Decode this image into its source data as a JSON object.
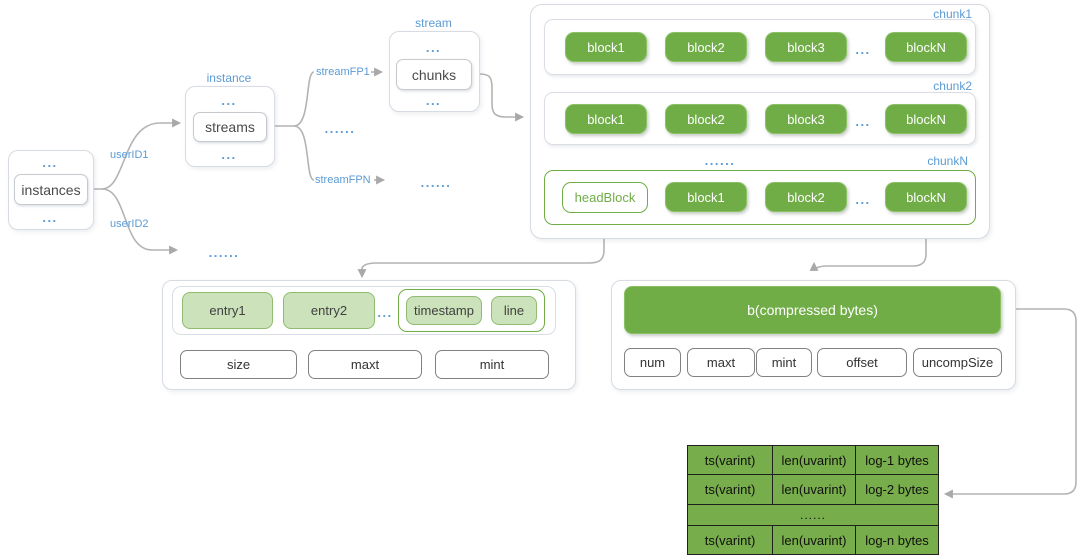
{
  "colors": {
    "accent_blue": "#5b9bd5",
    "green": "#70ad47",
    "light_green": "#cbe2ba",
    "table_green": "#77ad4a",
    "connector": "#b3b3b3"
  },
  "left": {
    "dots_top": "...",
    "instances": "instances",
    "dots_bottom": "...",
    "edge_user1": "userID1",
    "edge_user2": "userID2",
    "user2_dots": "......"
  },
  "instance": {
    "title": "instance",
    "dots_top": "...",
    "streams": "streams",
    "dots_bottom": "...",
    "edge_fp1": "streamFP1",
    "mid_dots": "......",
    "edge_fpn": "streamFPN",
    "fpn_dots": "......"
  },
  "stream": {
    "title": "stream",
    "dots_top": "...",
    "chunks": "chunks",
    "dots_bottom": "..."
  },
  "chunks_panel": {
    "chunk1": {
      "label": "chunk1",
      "blocks": [
        "block1",
        "block2",
        "block3"
      ],
      "dots": "...",
      "blockN": "blockN"
    },
    "chunk2": {
      "label": "chunk2",
      "blocks": [
        "block1",
        "block2",
        "block3"
      ],
      "dots": "...",
      "blockN": "blockN"
    },
    "mid_dots": "......",
    "chunkN": {
      "label": "chunkN",
      "headBlock": "headBlock",
      "blocks": [
        "block1",
        "block2"
      ],
      "dots": "...",
      "blockN": "blockN"
    }
  },
  "block_detail": {
    "entry1": "entry1",
    "entry2": "entry2",
    "dots": "...",
    "timestamp": "timestamp",
    "line": "line",
    "size": "size",
    "maxt": "maxt",
    "mint": "mint"
  },
  "chunk_detail": {
    "header": "b(compressed bytes)",
    "num": "num",
    "maxt": "maxt",
    "mint": "mint",
    "offset": "offset",
    "uncompSize": "uncompSize"
  },
  "log_table": {
    "row1": {
      "ts": "ts(varint)",
      "len": "len(uvarint)",
      "log": "log-1 bytes"
    },
    "row2": {
      "ts": "ts(varint)",
      "len": "len(uvarint)",
      "log": "log-2 bytes"
    },
    "dots_row": "......",
    "rowN": {
      "ts": "ts(varint)",
      "len": "len(uvarint)",
      "log": "log-n bytes"
    }
  }
}
